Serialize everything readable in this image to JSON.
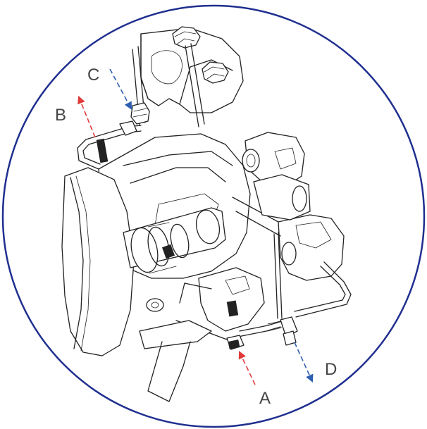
{
  "callouts": {
    "A": "A",
    "B": "B",
    "C": "C",
    "D": "D"
  },
  "colors": {
    "circle": "#1f2f8f",
    "arrow_red": "#e03a3a",
    "arrow_blue": "#2f5fb0",
    "linework": "#222222"
  }
}
